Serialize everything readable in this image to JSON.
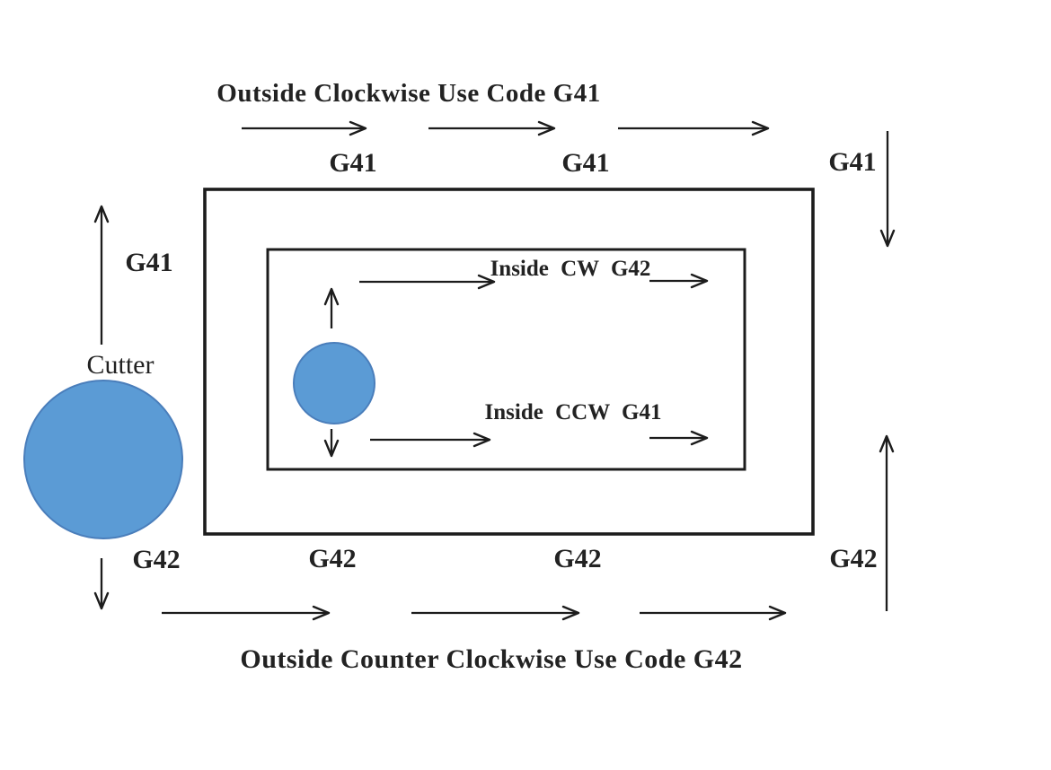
{
  "diagram": {
    "top_title": "Outside Clockwise Use Code G41",
    "bottom_title": "Outside Counter Clockwise Use Code G42",
    "top_labels": [
      "G41",
      "G41",
      "G41"
    ],
    "bottom_labels": [
      "G42",
      "G42",
      "G42"
    ],
    "left_column": {
      "up_code": "G41",
      "cutter_label": "Cutter",
      "down_code": "G42"
    },
    "inside_labels": {
      "cw": "Inside CW G42",
      "ccw": "Inside CCW G41"
    },
    "colors": {
      "circle_fill": "#5b9bd5",
      "circle_stroke": "#4a7ebb",
      "line": "#1c1c1c",
      "text": "#222222"
    }
  }
}
